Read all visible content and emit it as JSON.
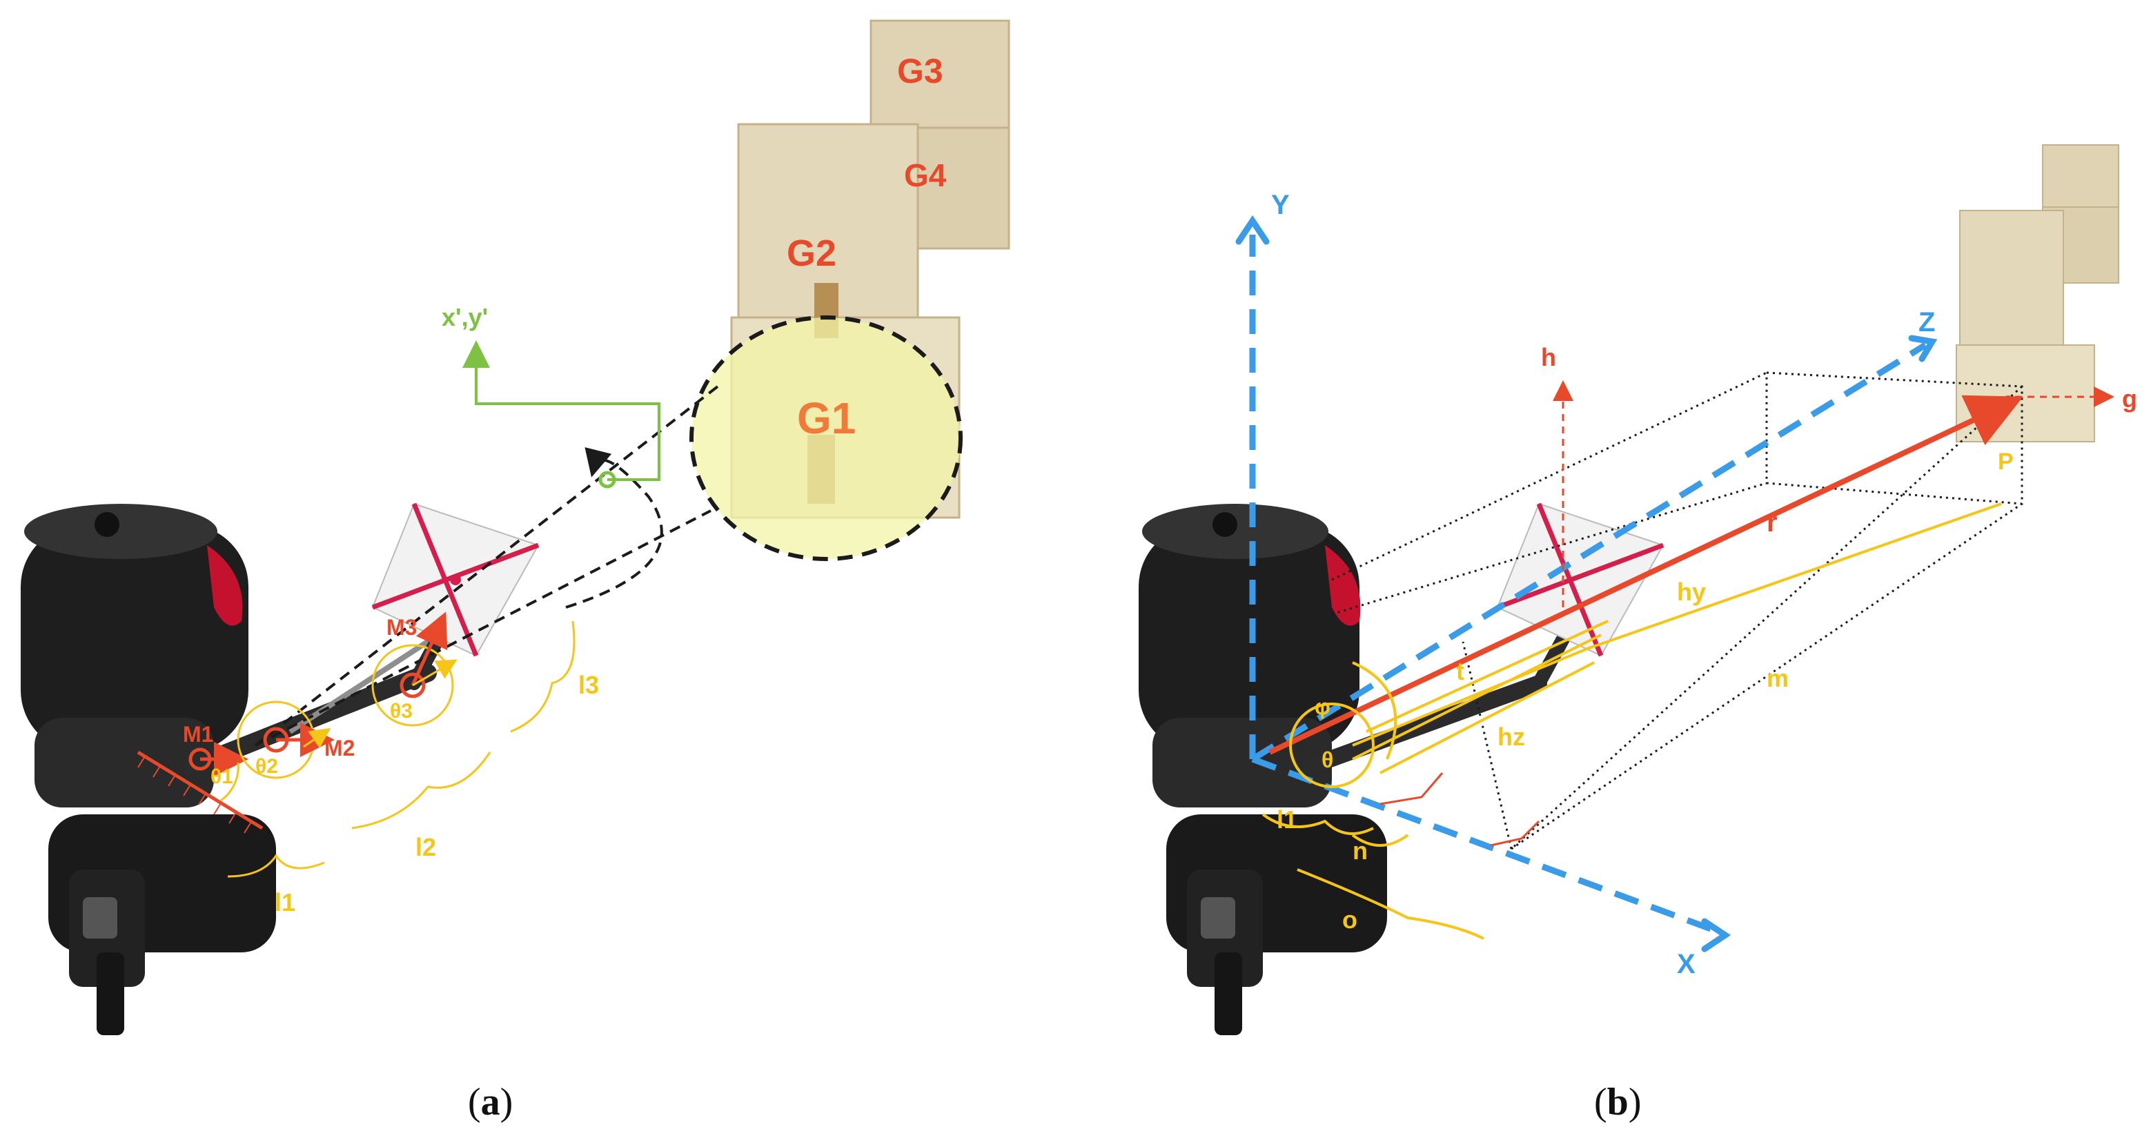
{
  "colors": {
    "red": "#e8492b",
    "yellow": "#f5c518",
    "green": "#7dc242",
    "blue": "#3a9be8",
    "black": "#1b1b1b",
    "box": "#e8dcc0",
    "highlight": "#f2f4a6"
  },
  "panel_a": {
    "caption_open": "(",
    "caption_letter": "a",
    "caption_close": ")",
    "boxes": {
      "g1": "G1",
      "g2": "G2",
      "g3": "G3",
      "g4": "G4"
    },
    "frame_label": "x',y'",
    "motors": {
      "m1": "M1",
      "m2": "M2",
      "m3": "M3"
    },
    "angles": {
      "t1": "θ1",
      "t2": "θ2",
      "t3": "θ3"
    },
    "links": {
      "l1": "l1",
      "l2": "l2",
      "l3": "l3"
    }
  },
  "panel_b": {
    "caption_open": "(",
    "caption_letter": "b",
    "caption_close": ")",
    "axes": {
      "y": "Y",
      "z": "Z",
      "x": "X"
    },
    "vectors": {
      "h": "h",
      "g": "g",
      "r": "r"
    },
    "point": "P",
    "segments": {
      "hy": "hy",
      "m": "m",
      "t": "t",
      "hz": "hz",
      "l1": "l1",
      "n": "n",
      "o": "o"
    },
    "angles": {
      "phi": "φ",
      "theta": "θ"
    }
  }
}
